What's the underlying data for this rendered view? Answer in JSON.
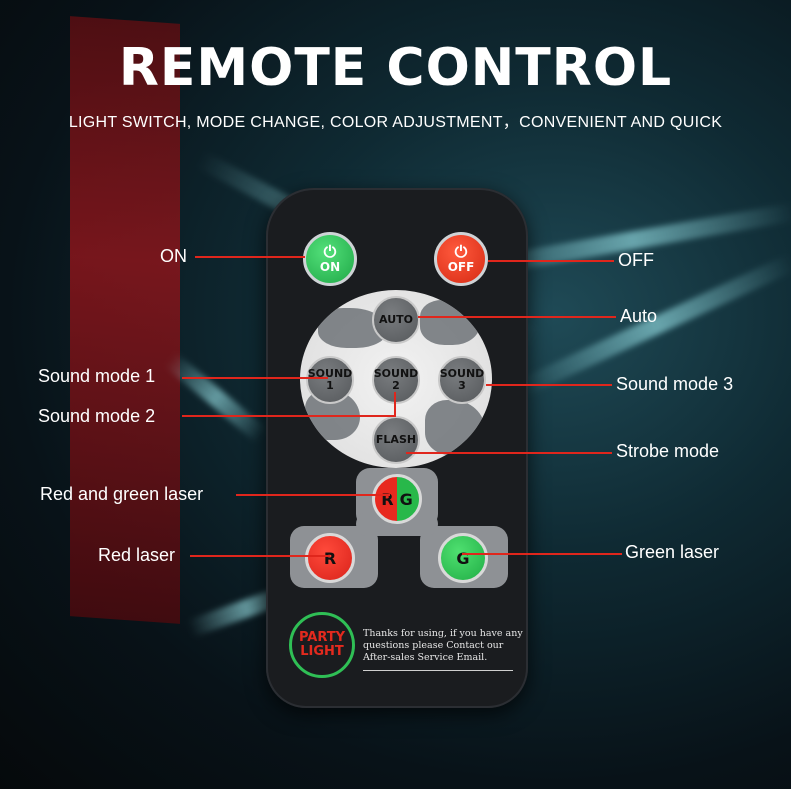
{
  "header": {
    "title": "REMOTE CONTROL",
    "subtitle": "LIGHT SWITCH, MODE CHANGE, COLOR ADJUSTMENT，CONVENIENT AND QUICK"
  },
  "remote": {
    "power_on": {
      "icon": "power-icon",
      "label": "ON",
      "color": "#1fa847"
    },
    "power_off": {
      "icon": "power-icon",
      "label": "OFF",
      "color": "#d62a14"
    },
    "modes": {
      "auto": "AUTO",
      "sound1": [
        "SOUND",
        "1"
      ],
      "sound2": [
        "SOUND",
        "2"
      ],
      "sound3": [
        "SOUND",
        "3"
      ],
      "flash": "FLASH"
    },
    "lasers": {
      "rg": [
        "R",
        "G"
      ],
      "r": "R",
      "g": "G"
    },
    "logo": [
      "PARTY",
      "LIGHT"
    ],
    "note": "Thanks for using, if you have any questions please Contact our After-sales Service Email."
  },
  "callouts": {
    "on": "ON",
    "off": "OFF",
    "auto": "Auto",
    "sound1": "Sound mode 1",
    "sound2": "Sound mode 2",
    "sound3": "Sound mode 3",
    "strobe": "Strobe mode",
    "rg_laser": "Red and green laser",
    "red_laser": "Red laser",
    "green_laser": "Green laser"
  },
  "colors": {
    "callout_line": "#e0261c",
    "green": "#28b84a",
    "red": "#e8291f"
  }
}
